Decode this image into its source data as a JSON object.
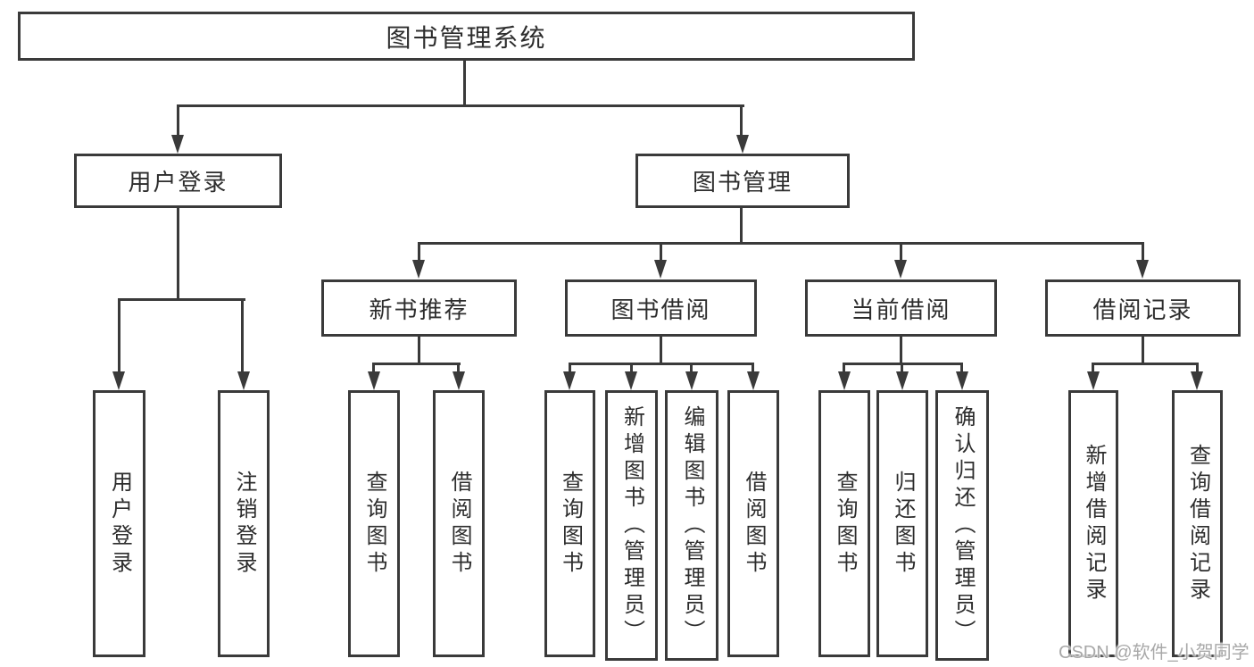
{
  "diagram_type": "functional-structure-tree",
  "colors": {
    "background": "#ffffff",
    "line": "#3a3a3a",
    "text": "#2d2d2d",
    "watermark": "#a8a8a8"
  },
  "tree": {
    "root": {
      "label": "图书管理系统"
    },
    "children": [
      {
        "label": "用户登录",
        "children": [
          {
            "label": "用户登录"
          },
          {
            "label": "注销登录"
          }
        ]
      },
      {
        "label": "图书管理",
        "children": [
          {
            "label": "新书推荐",
            "children": [
              {
                "label": "查询图书"
              },
              {
                "label": "借阅图书"
              }
            ]
          },
          {
            "label": "图书借阅",
            "children": [
              {
                "label": "查询图书"
              },
              {
                "label": "新增图书（管理员）"
              },
              {
                "label": "编辑图书（管理员）"
              },
              {
                "label": "借阅图书"
              }
            ]
          },
          {
            "label": "当前借阅",
            "children": [
              {
                "label": "查询图书"
              },
              {
                "label": "归还图书"
              },
              {
                "label": "确认归还（管理员）"
              }
            ]
          },
          {
            "label": "借阅记录",
            "children": [
              {
                "label": "新增借阅记录"
              },
              {
                "label": "查询借阅记录"
              }
            ]
          }
        ]
      }
    ]
  },
  "watermark": {
    "text": "CSDN @软件_小贺同学"
  }
}
